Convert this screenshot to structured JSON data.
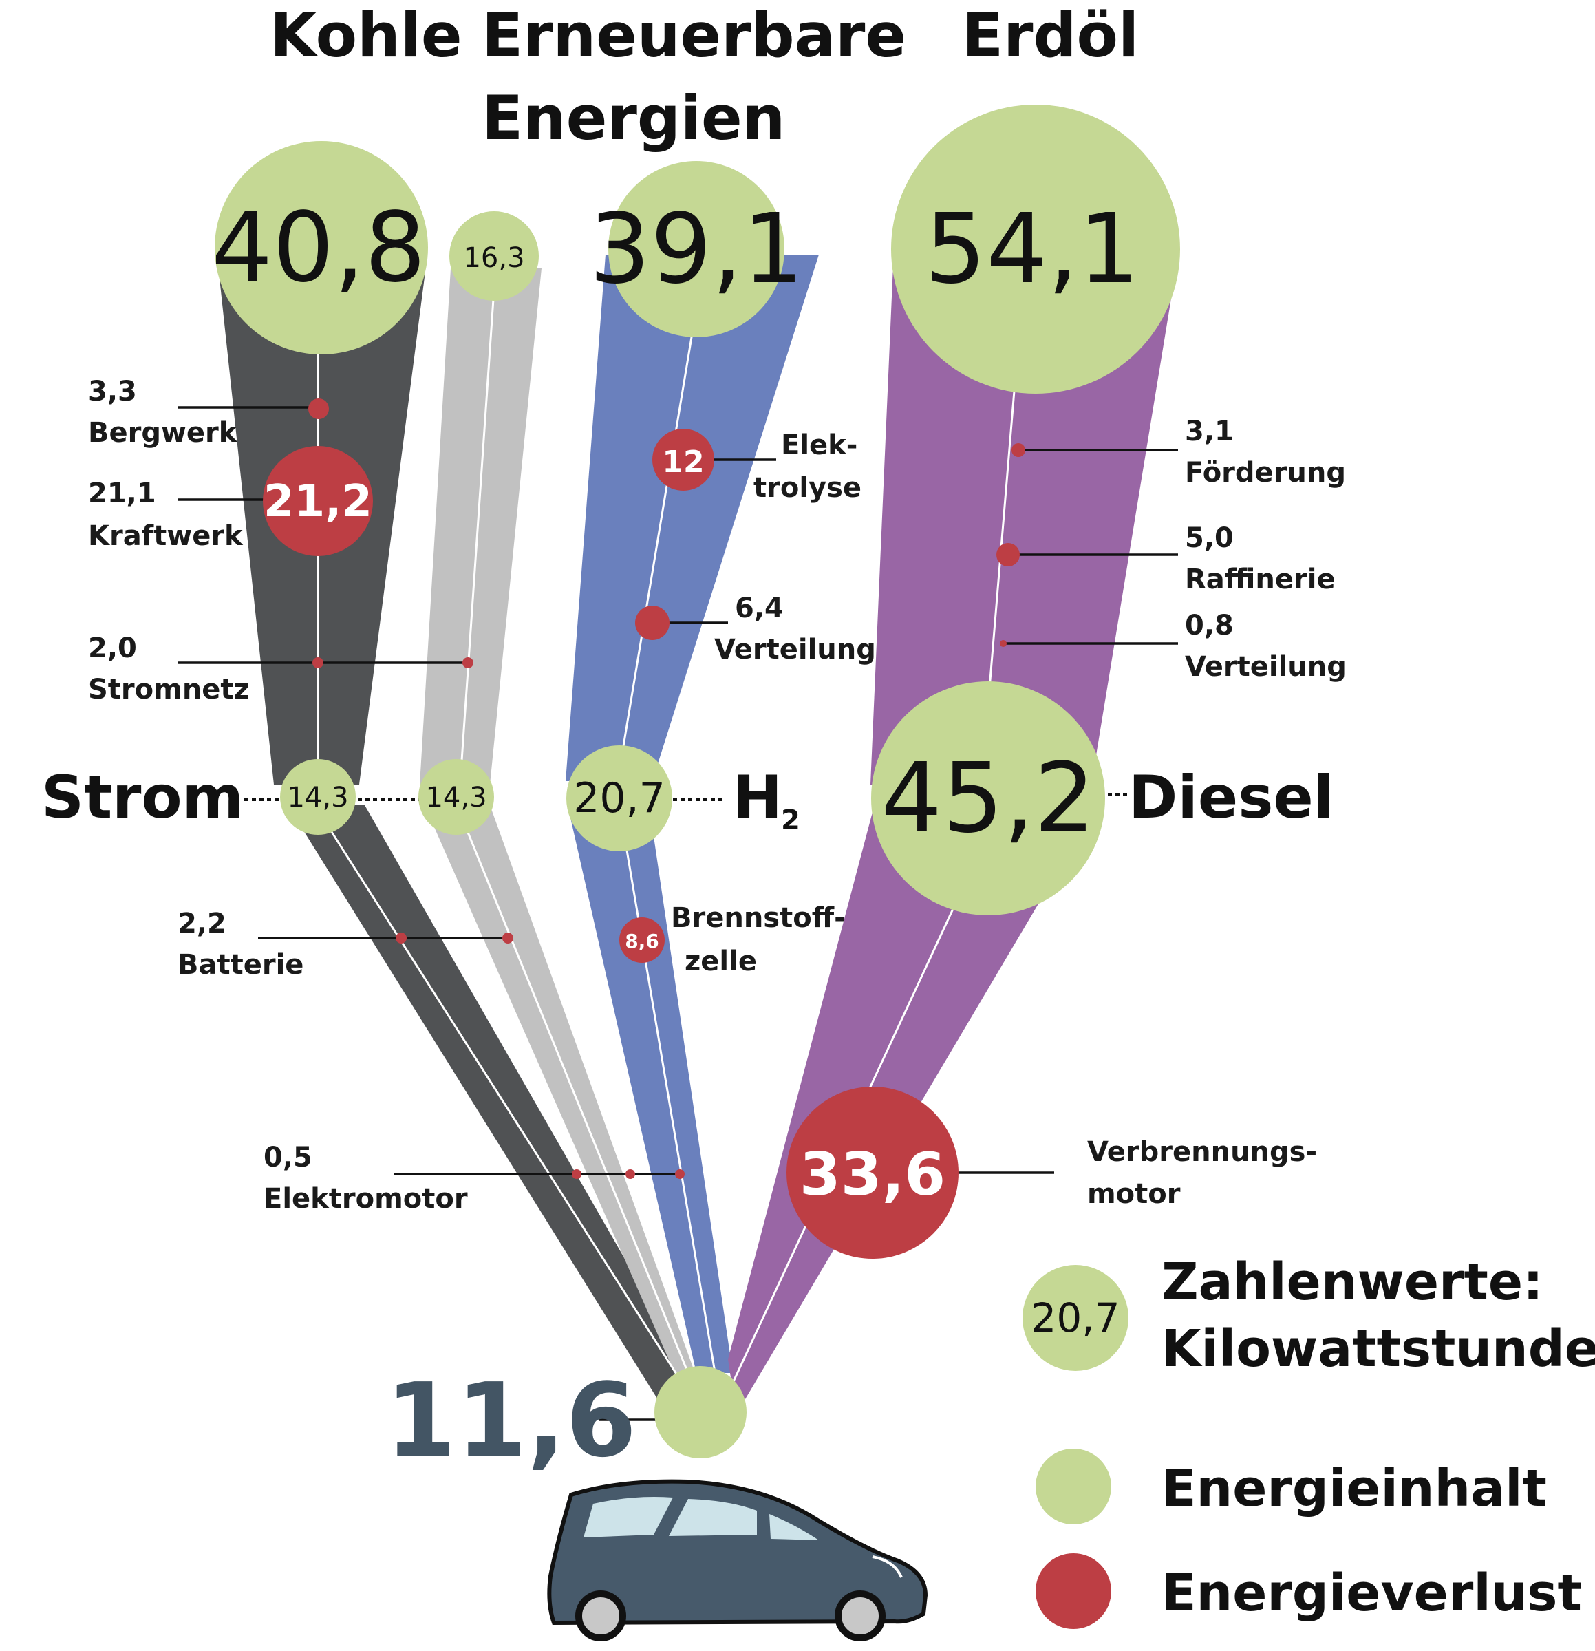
{
  "headers": {
    "coal": "Kohle",
    "renewables_line1": "Erneuerbare",
    "renewables_line2": "Energien",
    "oil": "Erdöl"
  },
  "carriers": {
    "electricity": "Strom",
    "hydrogen": "H",
    "hydrogen_sub": "2",
    "diesel": "Diesel"
  },
  "sources": {
    "coal": "40,8",
    "renewable_electric": "16,3",
    "renewable_h2": "39,1",
    "oil": "54,1"
  },
  "intermediate": {
    "strom_coal": "14,3",
    "strom_renewable": "14,3",
    "h2": "20,7",
    "diesel": "45,2"
  },
  "final": "11,6",
  "losses": {
    "bergwerk": {
      "value": "3,3",
      "label": "Bergwerk"
    },
    "kraftwerk": {
      "value": "21,1",
      "label": "Kraftwerk",
      "bubble": "21,2"
    },
    "stromnetz": {
      "value": "2,0",
      "label": "Stromnetz"
    },
    "batterie": {
      "value": "2,2",
      "label": "Batterie"
    },
    "elektromotor": {
      "value": "0,5",
      "label": "Elektromotor"
    },
    "elektrolyse": {
      "bubble": "12",
      "label_line1": "Elek-",
      "label_line2": "trolyse"
    },
    "verteilung_h2": {
      "value": "6,4",
      "label": "Verteilung"
    },
    "brennstoffzelle": {
      "bubble": "8,6",
      "label_line1": "Brennstoff-",
      "label_line2": "zelle"
    },
    "foerderung": {
      "value": "3,1",
      "label": "Förderung"
    },
    "raffinerie": {
      "value": "5,0",
      "label": "Raffinerie"
    },
    "verteilung_oil": {
      "value": "0,8",
      "label": "Verteilung"
    },
    "verbrennungsmotor": {
      "bubble": "33,6",
      "label_line1": "Verbrennungs-",
      "label_line2": "motor"
    }
  },
  "legend": {
    "sample": "20,7",
    "title_line1": "Zahlenwerte:",
    "title_line2": "Kilowattstunden",
    "energy_content": "Energieinhalt",
    "energy_loss": "Energieverlust"
  },
  "colors": {
    "content": "#c5d894",
    "loss": "#bd3e44",
    "coal_band": "#505254",
    "renewable_band": "#c1c1c1",
    "h2_band": "#6a80bd",
    "oil_band": "#9966a5",
    "car_body": "#475a6b",
    "final_value": "#435564"
  }
}
